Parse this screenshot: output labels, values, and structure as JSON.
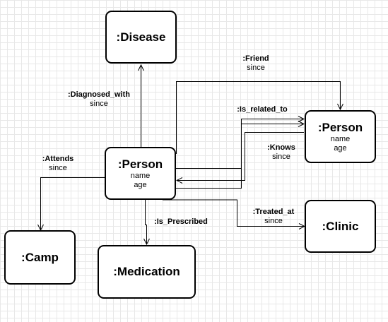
{
  "nodes": {
    "disease": {
      "title": ":Disease"
    },
    "person_main": {
      "title": ":Person",
      "attrs": [
        "name",
        "age"
      ]
    },
    "person_right": {
      "title": ":Person",
      "attrs": [
        "name",
        "age"
      ]
    },
    "camp": {
      "title": ":Camp"
    },
    "medication": {
      "title": ":Medication"
    },
    "clinic": {
      "title": ":Clinic"
    }
  },
  "edges": {
    "diagnosed_with": {
      "name": ":Diagnosed_with",
      "attr": "since"
    },
    "friend": {
      "name": ":Friend",
      "attr": "since"
    },
    "is_related_to": {
      "name": ":Is_related_to",
      "attr": ""
    },
    "knows": {
      "name": ":Knows",
      "attr": "since"
    },
    "attends": {
      "name": ":Attends",
      "attr": "since"
    },
    "is_prescribed": {
      "name": ":Is_Prescribed",
      "attr": ""
    },
    "treated_at": {
      "name": ":Treated_at",
      "attr": "since"
    }
  }
}
